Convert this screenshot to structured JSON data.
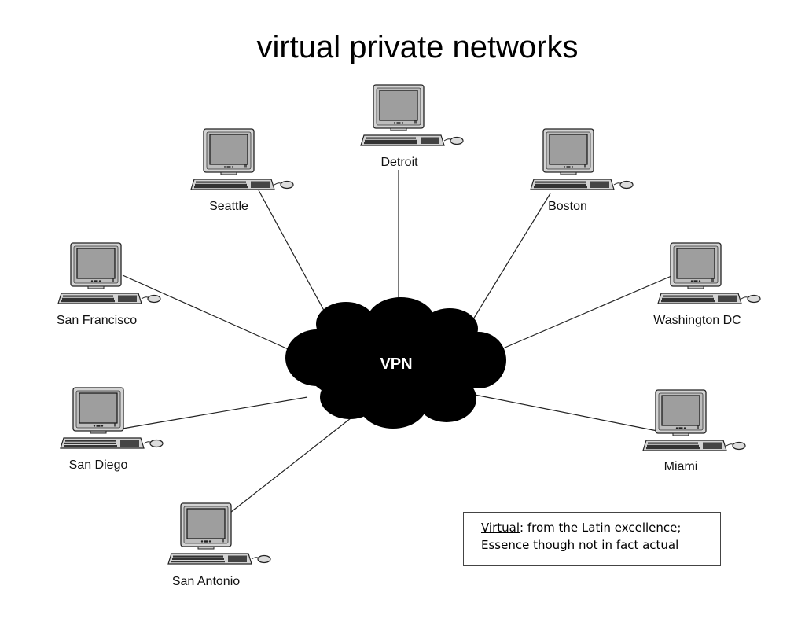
{
  "title": "virtual private networks",
  "cloud": {
    "label": "VPN"
  },
  "nodes": [
    {
      "id": "detroit",
      "label": "Detroit"
    },
    {
      "id": "seattle",
      "label": "Seattle"
    },
    {
      "id": "boston",
      "label": "Boston"
    },
    {
      "id": "san-francisco",
      "label": "San Francisco"
    },
    {
      "id": "washington-dc",
      "label": "Washington DC"
    },
    {
      "id": "san-diego",
      "label": "San Diego"
    },
    {
      "id": "miami",
      "label": "Miami"
    },
    {
      "id": "san-antonio",
      "label": "San Antonio"
    }
  ],
  "note": {
    "term": "Virtual",
    "definition_line1": ": from the Latin excellence;",
    "definition_line2": "Essence though not in fact actual"
  }
}
